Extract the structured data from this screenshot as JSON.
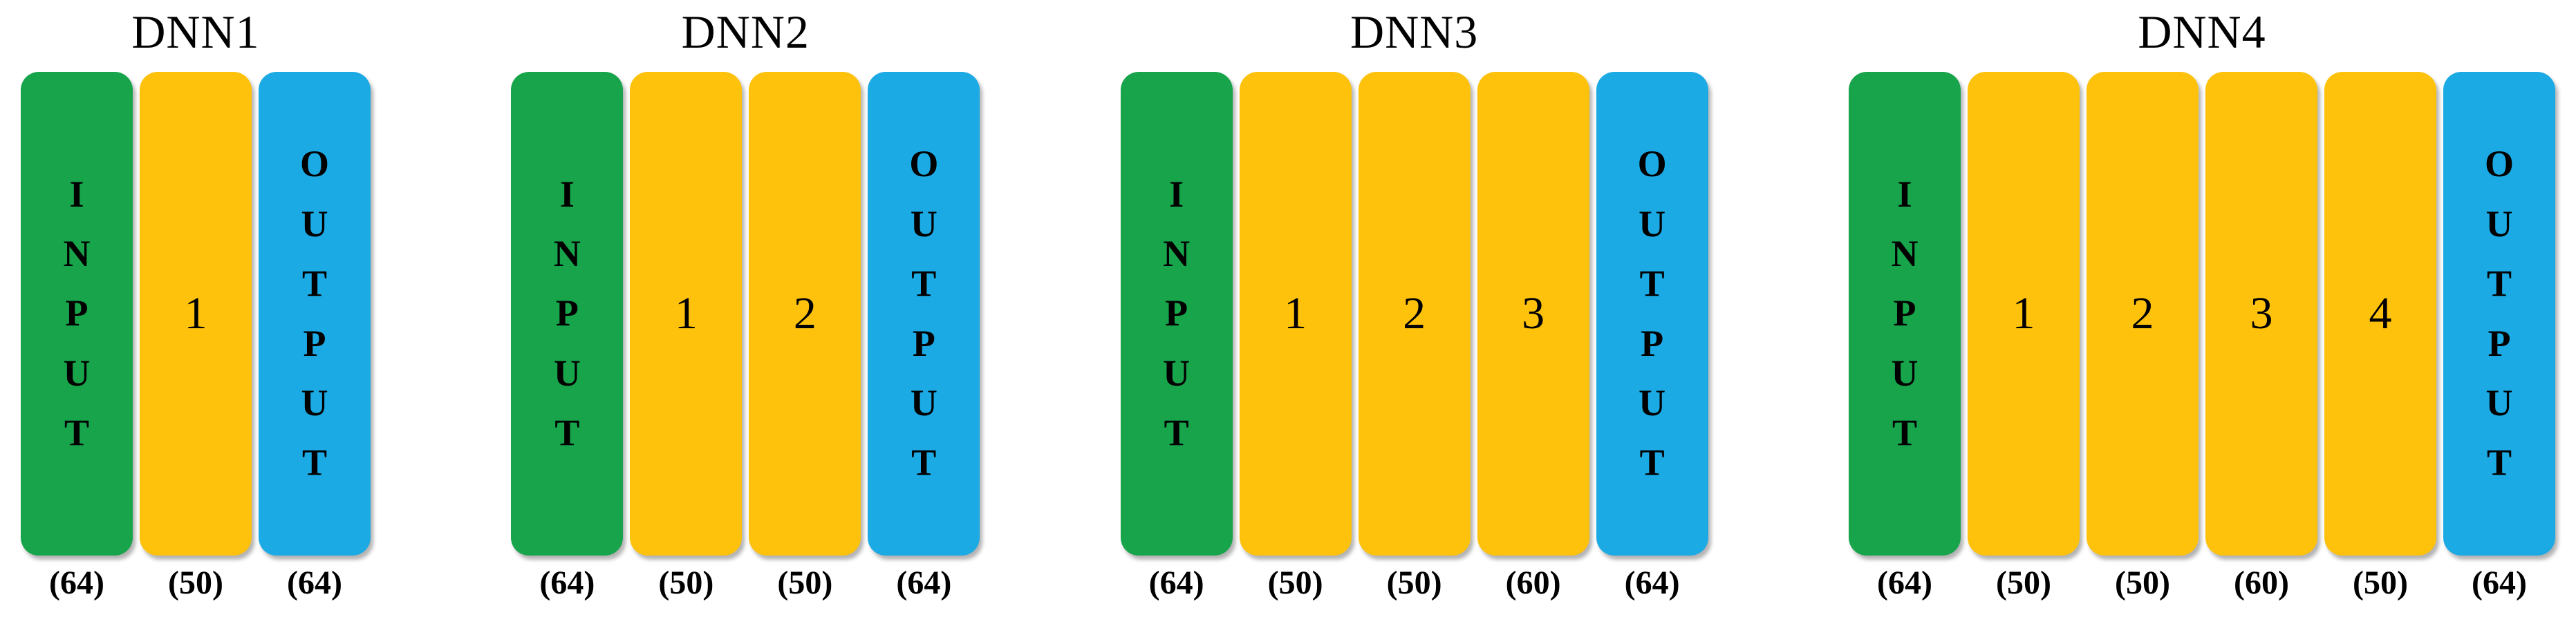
{
  "diagram": {
    "background": "#ffffff",
    "text_color": "#000000"
  },
  "colors": {
    "input": "#17a44b",
    "hidden": "#fec20d",
    "output": "#1caae5"
  },
  "networks": [
    {
      "title": "DNN1",
      "layers": [
        {
          "role": "input",
          "label": "INPUT",
          "size": "(64)"
        },
        {
          "role": "hidden",
          "label": "1",
          "size": "(50)"
        },
        {
          "role": "output",
          "label": "OUTPUT",
          "size": "(64)"
        }
      ]
    },
    {
      "title": "DNN2",
      "layers": [
        {
          "role": "input",
          "label": "INPUT",
          "size": "(64)"
        },
        {
          "role": "hidden",
          "label": "1",
          "size": "(50)"
        },
        {
          "role": "hidden",
          "label": "2",
          "size": "(50)"
        },
        {
          "role": "output",
          "label": "OUTPUT",
          "size": "(64)"
        }
      ]
    },
    {
      "title": "DNN3",
      "layers": [
        {
          "role": "input",
          "label": "INPUT",
          "size": "(64)"
        },
        {
          "role": "hidden",
          "label": "1",
          "size": "(50)"
        },
        {
          "role": "hidden",
          "label": "2",
          "size": "(50)"
        },
        {
          "role": "hidden",
          "label": "3",
          "size": "(60)"
        },
        {
          "role": "output",
          "label": "OUTPUT",
          "size": "(64)"
        }
      ]
    },
    {
      "title": "DNN4",
      "layers": [
        {
          "role": "input",
          "label": "INPUT",
          "size": "(64)"
        },
        {
          "role": "hidden",
          "label": "1",
          "size": "(50)"
        },
        {
          "role": "hidden",
          "label": "2",
          "size": "(50)"
        },
        {
          "role": "hidden",
          "label": "3",
          "size": "(60)"
        },
        {
          "role": "hidden",
          "label": "4",
          "size": "(50)"
        },
        {
          "role": "output",
          "label": "OUTPUT",
          "size": "(64)"
        }
      ]
    }
  ]
}
